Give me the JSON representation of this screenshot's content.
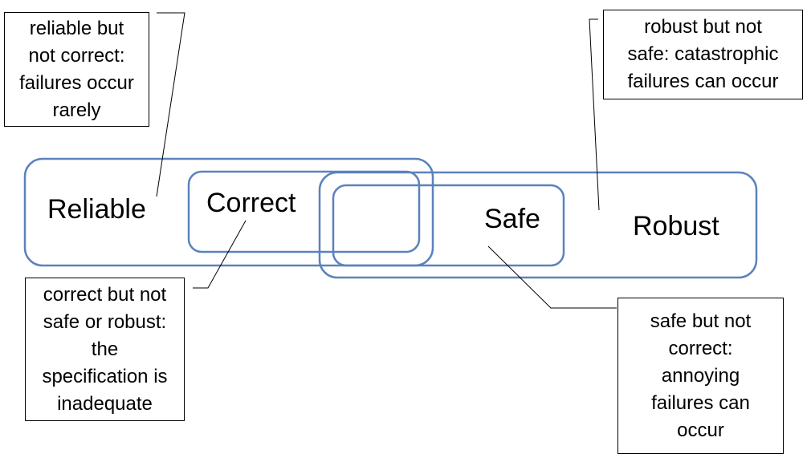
{
  "sets": {
    "reliable": "Reliable",
    "correct": "Correct",
    "safe": "Safe",
    "robust": "Robust"
  },
  "callouts": {
    "reliable_not_correct": "reliable but\nnot correct:\nfailures occur\nrarely",
    "robust_not_safe": "robust but not\nsafe: catastrophic\nfailures can occur",
    "correct_not_safe_robust": "correct but not\nsafe or robust:\nthe\nspecification is\ninadequate",
    "safe_not_correct": "safe but not\ncorrect:\nannoying\nfailures can\noccur"
  },
  "colors": {
    "set_outline": "#5b82bd",
    "callout_border": "#000000",
    "text": "#000000"
  }
}
